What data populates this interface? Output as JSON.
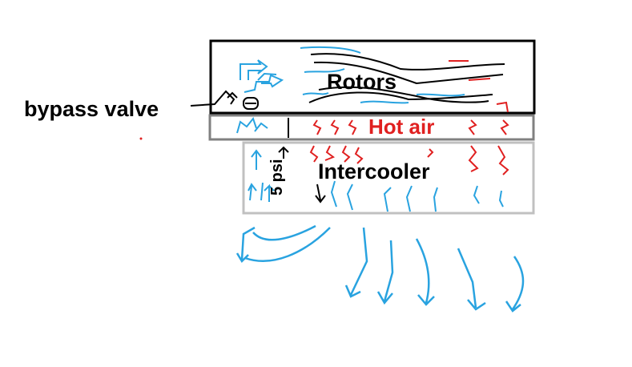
{
  "labels": {
    "rotors": "Rotors",
    "hot_air": "Hot air",
    "intercooler": "Intercooler",
    "bypass_valve": "bypass valve",
    "handwritten_note": "5 psi"
  },
  "colors": {
    "cool_air": "#29a3e0",
    "hot_air": "#e02020",
    "outline": "#000000",
    "hot_band_border": "#808080",
    "intercooler_border": "#c0c0c0"
  }
}
